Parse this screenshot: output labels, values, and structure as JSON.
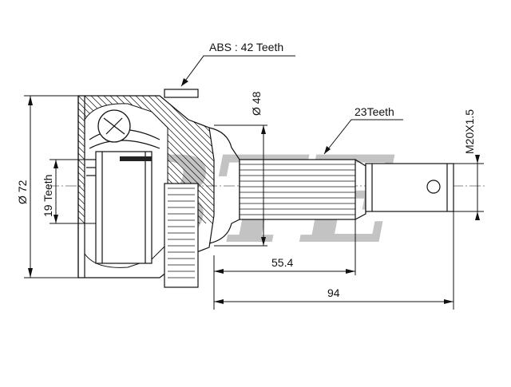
{
  "watermark": "BTE",
  "labels": {
    "abs": "ABS : 42 Teeth",
    "outer_splines": "23Teeth",
    "inner_splines": "19 Teeth",
    "outer_diameter": "Ø 72",
    "shaft_diameter": "Ø 48",
    "thread": "M20X1.5",
    "length_spline": "55.4",
    "length_total": "94"
  },
  "dimensions": {
    "outer_diameter_mm": 72,
    "shaft_diameter_mm": 48,
    "spline_length_mm": 55.4,
    "total_length_mm": 94,
    "abs_teeth": 42,
    "outer_spline_teeth": 23,
    "inner_spline_teeth": 19,
    "thread": "M20X1.5"
  }
}
